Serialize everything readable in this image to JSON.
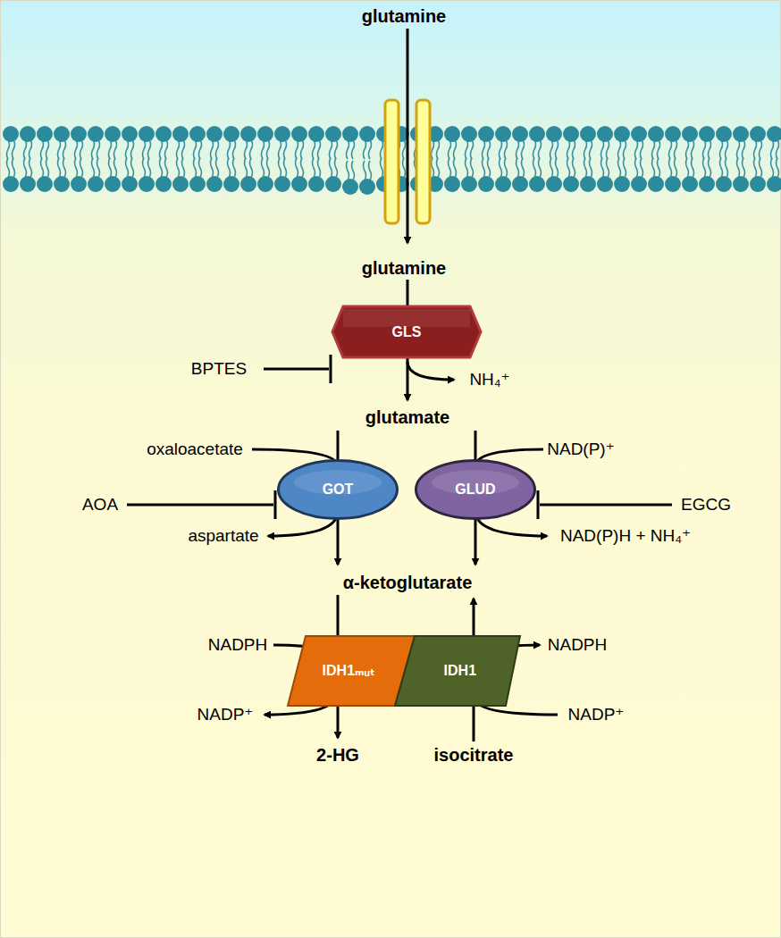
{
  "diagram": {
    "nodes": [
      {
        "text": [
          "GLS"
        ]
      },
      {
        "text": [
          "GOT"
        ]
      },
      {
        "text": [
          "GLUD"
        ]
      },
      {
        "text": [
          "IDH1ₘᵤₜ"
        ]
      },
      {
        "text": [
          "IDH1"
        ]
      }
    ],
    "labels": [
      "glutamine",
      "glutamine",
      "BPTES",
      "NH₄⁺",
      "glutamate",
      "oxaloacetate",
      "AOA",
      "aspartate",
      "NAD(P)⁺",
      "EGCG",
      "NAD(P)H + NH₄⁺",
      "α-ketoglutarate",
      "NADPH",
      "NADP⁺",
      "2-HG",
      "NADPH",
      "NADP⁺",
      "isocitrate"
    ]
  }
}
